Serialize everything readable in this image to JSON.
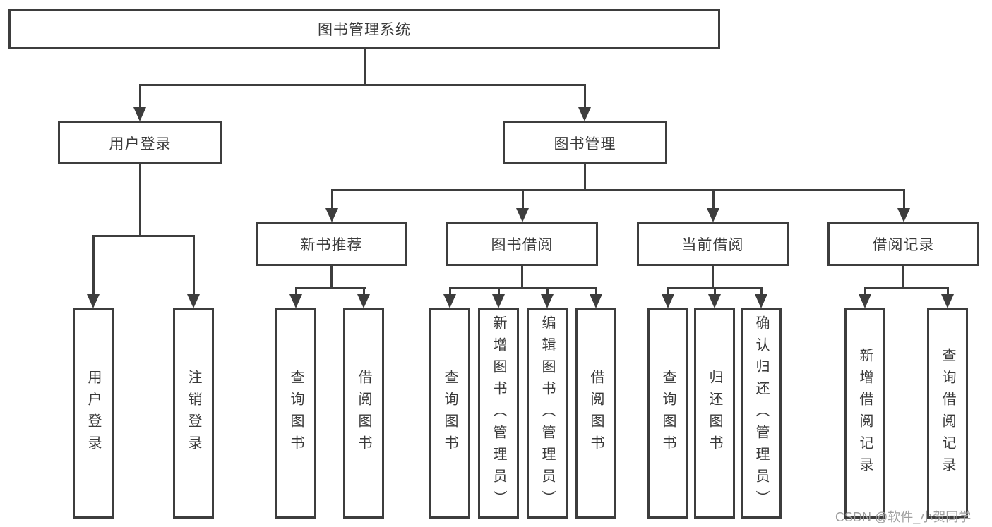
{
  "diagram_title": "图书管理系统",
  "colors": {
    "line": "#3d3d3d",
    "text": "#3a3a3a",
    "watermark_text_color": "#9e9e9e",
    "background": "#ffffff"
  },
  "watermark": {
    "text": "CSDN @软件_小贺同学"
  },
  "tree": {
    "root": {
      "label": "图书管理系统",
      "children": [
        {
          "label": "用户登录",
          "children": [
            {
              "label": "用户登录"
            },
            {
              "label": "注销登录"
            }
          ]
        },
        {
          "label": "图书管理",
          "children": [
            {
              "label": "新书推荐",
              "children": [
                {
                  "label": "查询图书"
                },
                {
                  "label": "借阅图书"
                }
              ]
            },
            {
              "label": "图书借阅",
              "children": [
                {
                  "label": "查询图书"
                },
                {
                  "label": "新增图书（管理员）"
                },
                {
                  "label": "编辑图书（管理员）"
                },
                {
                  "label": "借阅图书"
                }
              ]
            },
            {
              "label": "当前借阅",
              "children": [
                {
                  "label": "查询图书"
                },
                {
                  "label": "归还图书"
                },
                {
                  "label": "确认归还（管理员）"
                }
              ]
            },
            {
              "label": "借阅记录",
              "children": [
                {
                  "label": "新增借阅记录"
                },
                {
                  "label": "查询借阅记录"
                }
              ]
            }
          ]
        }
      ]
    }
  }
}
